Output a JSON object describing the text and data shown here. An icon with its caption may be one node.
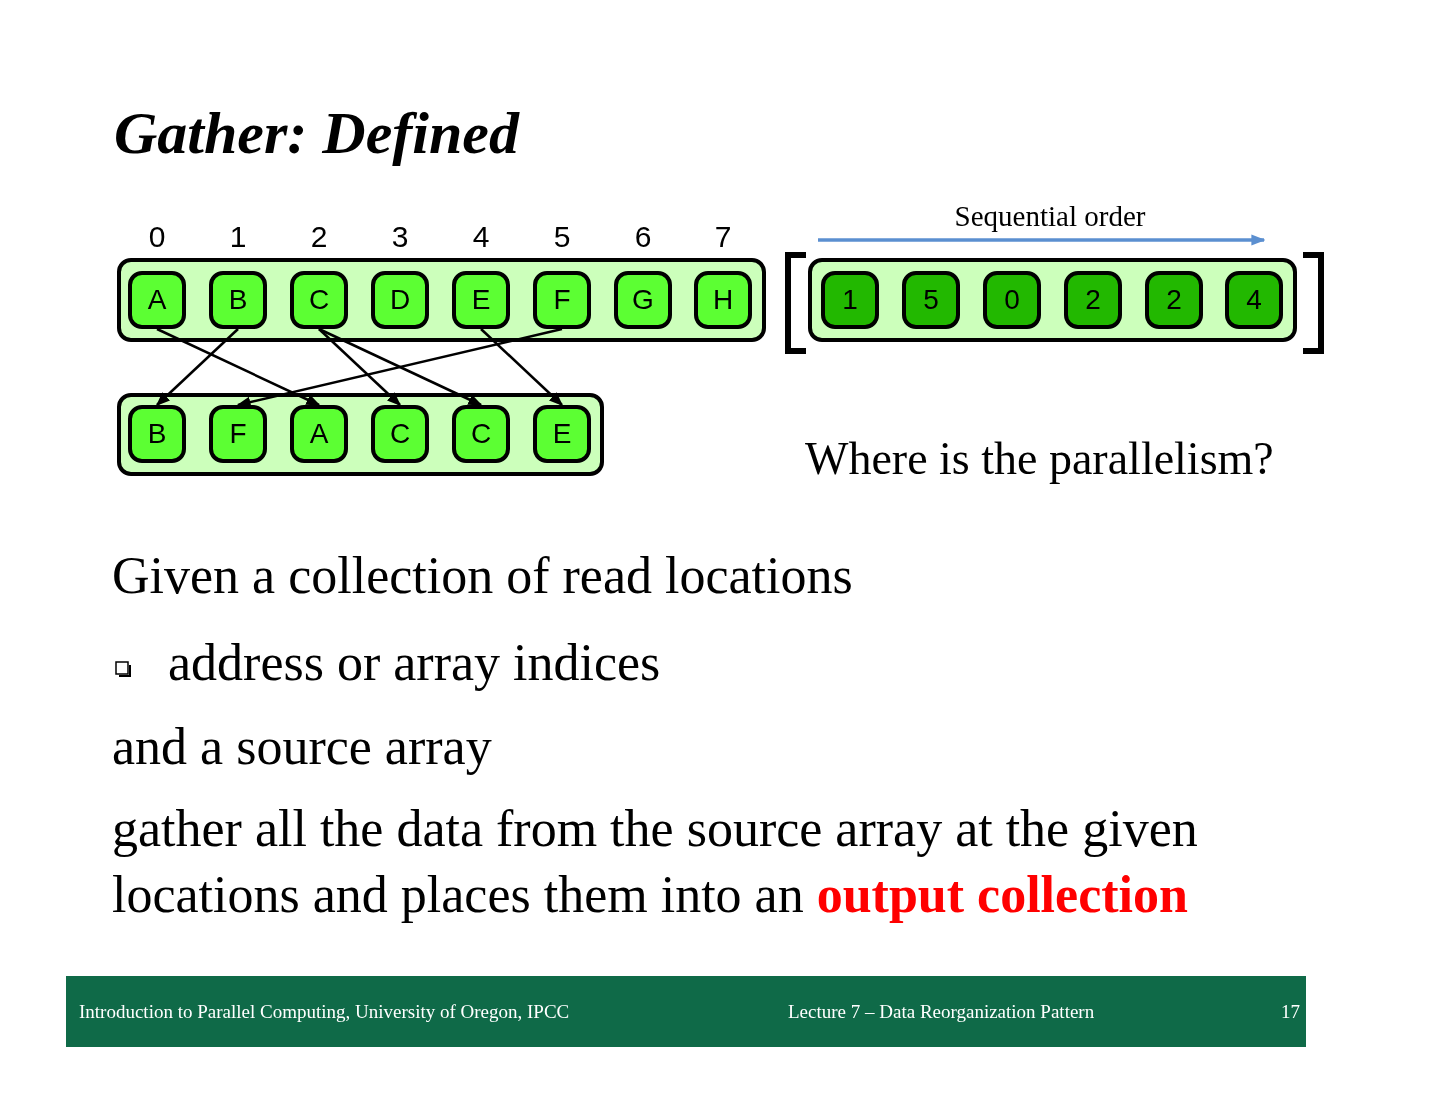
{
  "diagram": {
    "title": "Gather: Defined",
    "nodes": [
      {
        "text": [],
        "shape": "box"
      },
      {
        "text": [
          "A"
        ],
        "in": 0
      },
      {
        "text": [
          "B"
        ],
        "in": 0
      },
      {
        "text": [
          "C"
        ],
        "in": 0
      },
      {
        "text": [
          "D"
        ],
        "in": 0
      },
      {
        "text": [
          "E"
        ],
        "in": 0
      },
      {
        "text": [
          "F"
        ],
        "in": 0
      },
      {
        "text": [
          "G"
        ],
        "in": 0
      },
      {
        "text": [
          "H"
        ],
        "in": 0
      },
      {
        "text": [],
        "shape": "box"
      },
      {
        "text": [
          "B"
        ],
        "in": 9
      },
      {
        "text": [
          "F"
        ],
        "in": 9
      },
      {
        "text": [
          "A"
        ],
        "in": 9
      },
      {
        "text": [
          "C"
        ],
        "in": 9
      },
      {
        "text": [
          "C"
        ],
        "in": 9
      },
      {
        "text": [
          "E"
        ],
        "in": 9
      },
      {
        "text": [],
        "shape": "box"
      },
      {
        "text": [
          "1"
        ],
        "in": 16
      },
      {
        "text": [
          "5"
        ],
        "in": 16
      },
      {
        "text": [
          "0"
        ],
        "in": 16
      },
      {
        "text": [
          "2"
        ],
        "in": 16
      },
      {
        "text": [
          "2"
        ],
        "in": 16
      },
      {
        "text": [
          "4"
        ],
        "in": 16
      }
    ],
    "edges": [
      {
        "from": 1,
        "to": 12,
        "arrow": "to"
      },
      {
        "from": 2,
        "to": 10,
        "arrow": "to"
      },
      {
        "from": 3,
        "to": 13,
        "arrow": "to"
      },
      {
        "from": 3,
        "to": 14,
        "arrow": "to"
      },
      {
        "from": 5,
        "to": 15,
        "arrow": "to"
      },
      {
        "from": 6,
        "to": 11,
        "arrow": "to"
      }
    ],
    "labels": [
      "0",
      "1",
      "2",
      "3",
      "4",
      "5",
      "6",
      "7",
      "Sequential order",
      "Where is the parallelism?",
      "Given a collection of read locations",
      "address or array indices",
      "and a source array",
      "gather all the data from the source array at the given locations and places them into an **output collection**",
      "Introduction to Parallel Computing, University of Oregon, IPCC",
      "Lecture 7 – Data Reorganization Pattern",
      "17"
    ]
  }
}
